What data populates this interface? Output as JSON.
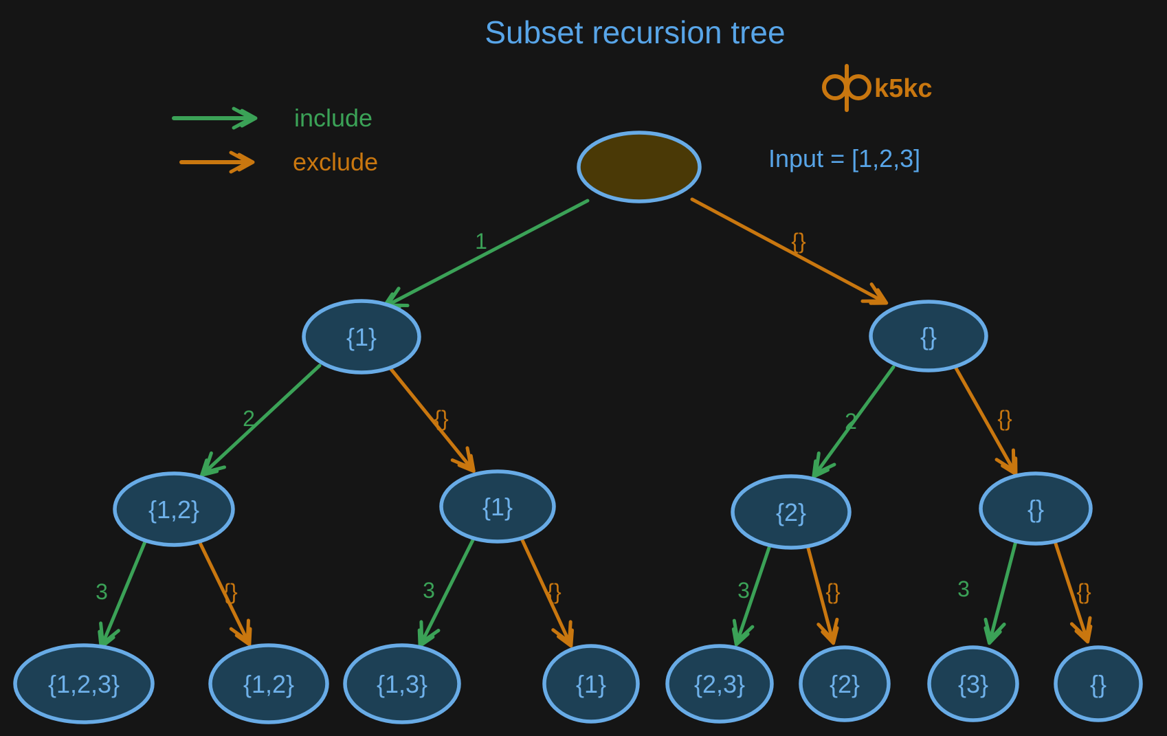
{
  "title": "Subset recursion tree",
  "watermark": "k5kc",
  "input_label": "Input = [1,2,3]",
  "legend": {
    "include": "include",
    "exclude": "exclude"
  },
  "colors": {
    "background": "#151515",
    "title_blue": "#58a5e8",
    "node_stroke": "#68abe6",
    "node_fill": "#1d4055",
    "root_fill": "#4a3906",
    "node_text": "#6fb1ea",
    "include_green": "#3ba257",
    "exclude_orange": "#c9770f"
  },
  "nodes": {
    "root": "",
    "l1_left": "{1}",
    "l1_right": "{}",
    "l2_1": "{1,2}",
    "l2_2": "{1}",
    "l2_3": "{2}",
    "l2_4": "{}",
    "l3_1": "{1,2,3}",
    "l3_2": "{1,2}",
    "l3_3": "{1,3}",
    "l3_4": "{1}",
    "l3_5": "{2,3}",
    "l3_6": "{2}",
    "l3_7": "{3}",
    "l3_8": "{}"
  },
  "edge_labels": {
    "root_include": "1",
    "root_exclude": "{}",
    "l1_left_include": "2",
    "l1_left_exclude": "{}",
    "l1_right_include": "2",
    "l1_right_exclude": "{}",
    "l2_1_include": "3",
    "l2_1_exclude": "{}",
    "l2_2_include": "3",
    "l2_2_exclude": "{}",
    "l2_3_include": "3",
    "l2_3_exclude": "{}",
    "l2_4_include": "3",
    "l2_4_exclude": "{}"
  }
}
